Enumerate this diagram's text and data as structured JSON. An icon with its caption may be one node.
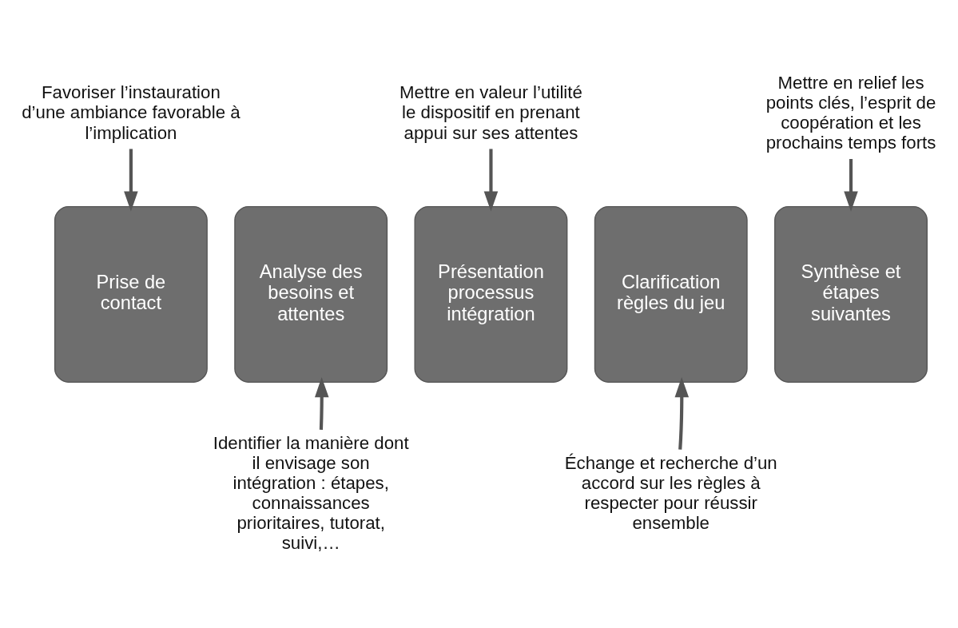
{
  "diagram": {
    "nodes": [
      {
        "text": [
          "Favoriser l’instauration d’une ambiance favorable à l’implication"
        ]
      },
      {
        "text": [
          "Mettre en valeur l’utilité le dispositif en prenant appui sur ses attentes"
        ]
      },
      {
        "text": [
          "Mettre en relief les points clés, l’esprit de coopération et les prochains temps forts"
        ]
      },
      {
        "text": [
          "Prise de contact"
        ]
      },
      {
        "text": [
          "Analyse des besoins et attentes"
        ]
      },
      {
        "text": [
          "Présentation processus intégration"
        ]
      },
      {
        "text": [
          "Clarification règles du jeu"
        ]
      },
      {
        "text": [
          "Synthèse et étapes suivantes"
        ]
      },
      {
        "text": [
          "Identifier la manière dont il envisage son intégration : étapes, connaissances prioritaires, tutorat, suivi,…"
        ]
      },
      {
        "text": [
          "Échange et recherche d’un accord sur les règles à respecter pour réussir ensemble"
        ]
      }
    ],
    "edges": [
      {
        "from": 0,
        "to": 3,
        "arrow": "to"
      },
      {
        "from": 1,
        "to": 5,
        "arrow": "to"
      },
      {
        "from": 2,
        "to": 7,
        "arrow": "to"
      },
      {
        "from": 8,
        "to": 4,
        "arrow": "to"
      },
      {
        "from": 9,
        "to": 6,
        "arrow": "to"
      }
    ]
  }
}
